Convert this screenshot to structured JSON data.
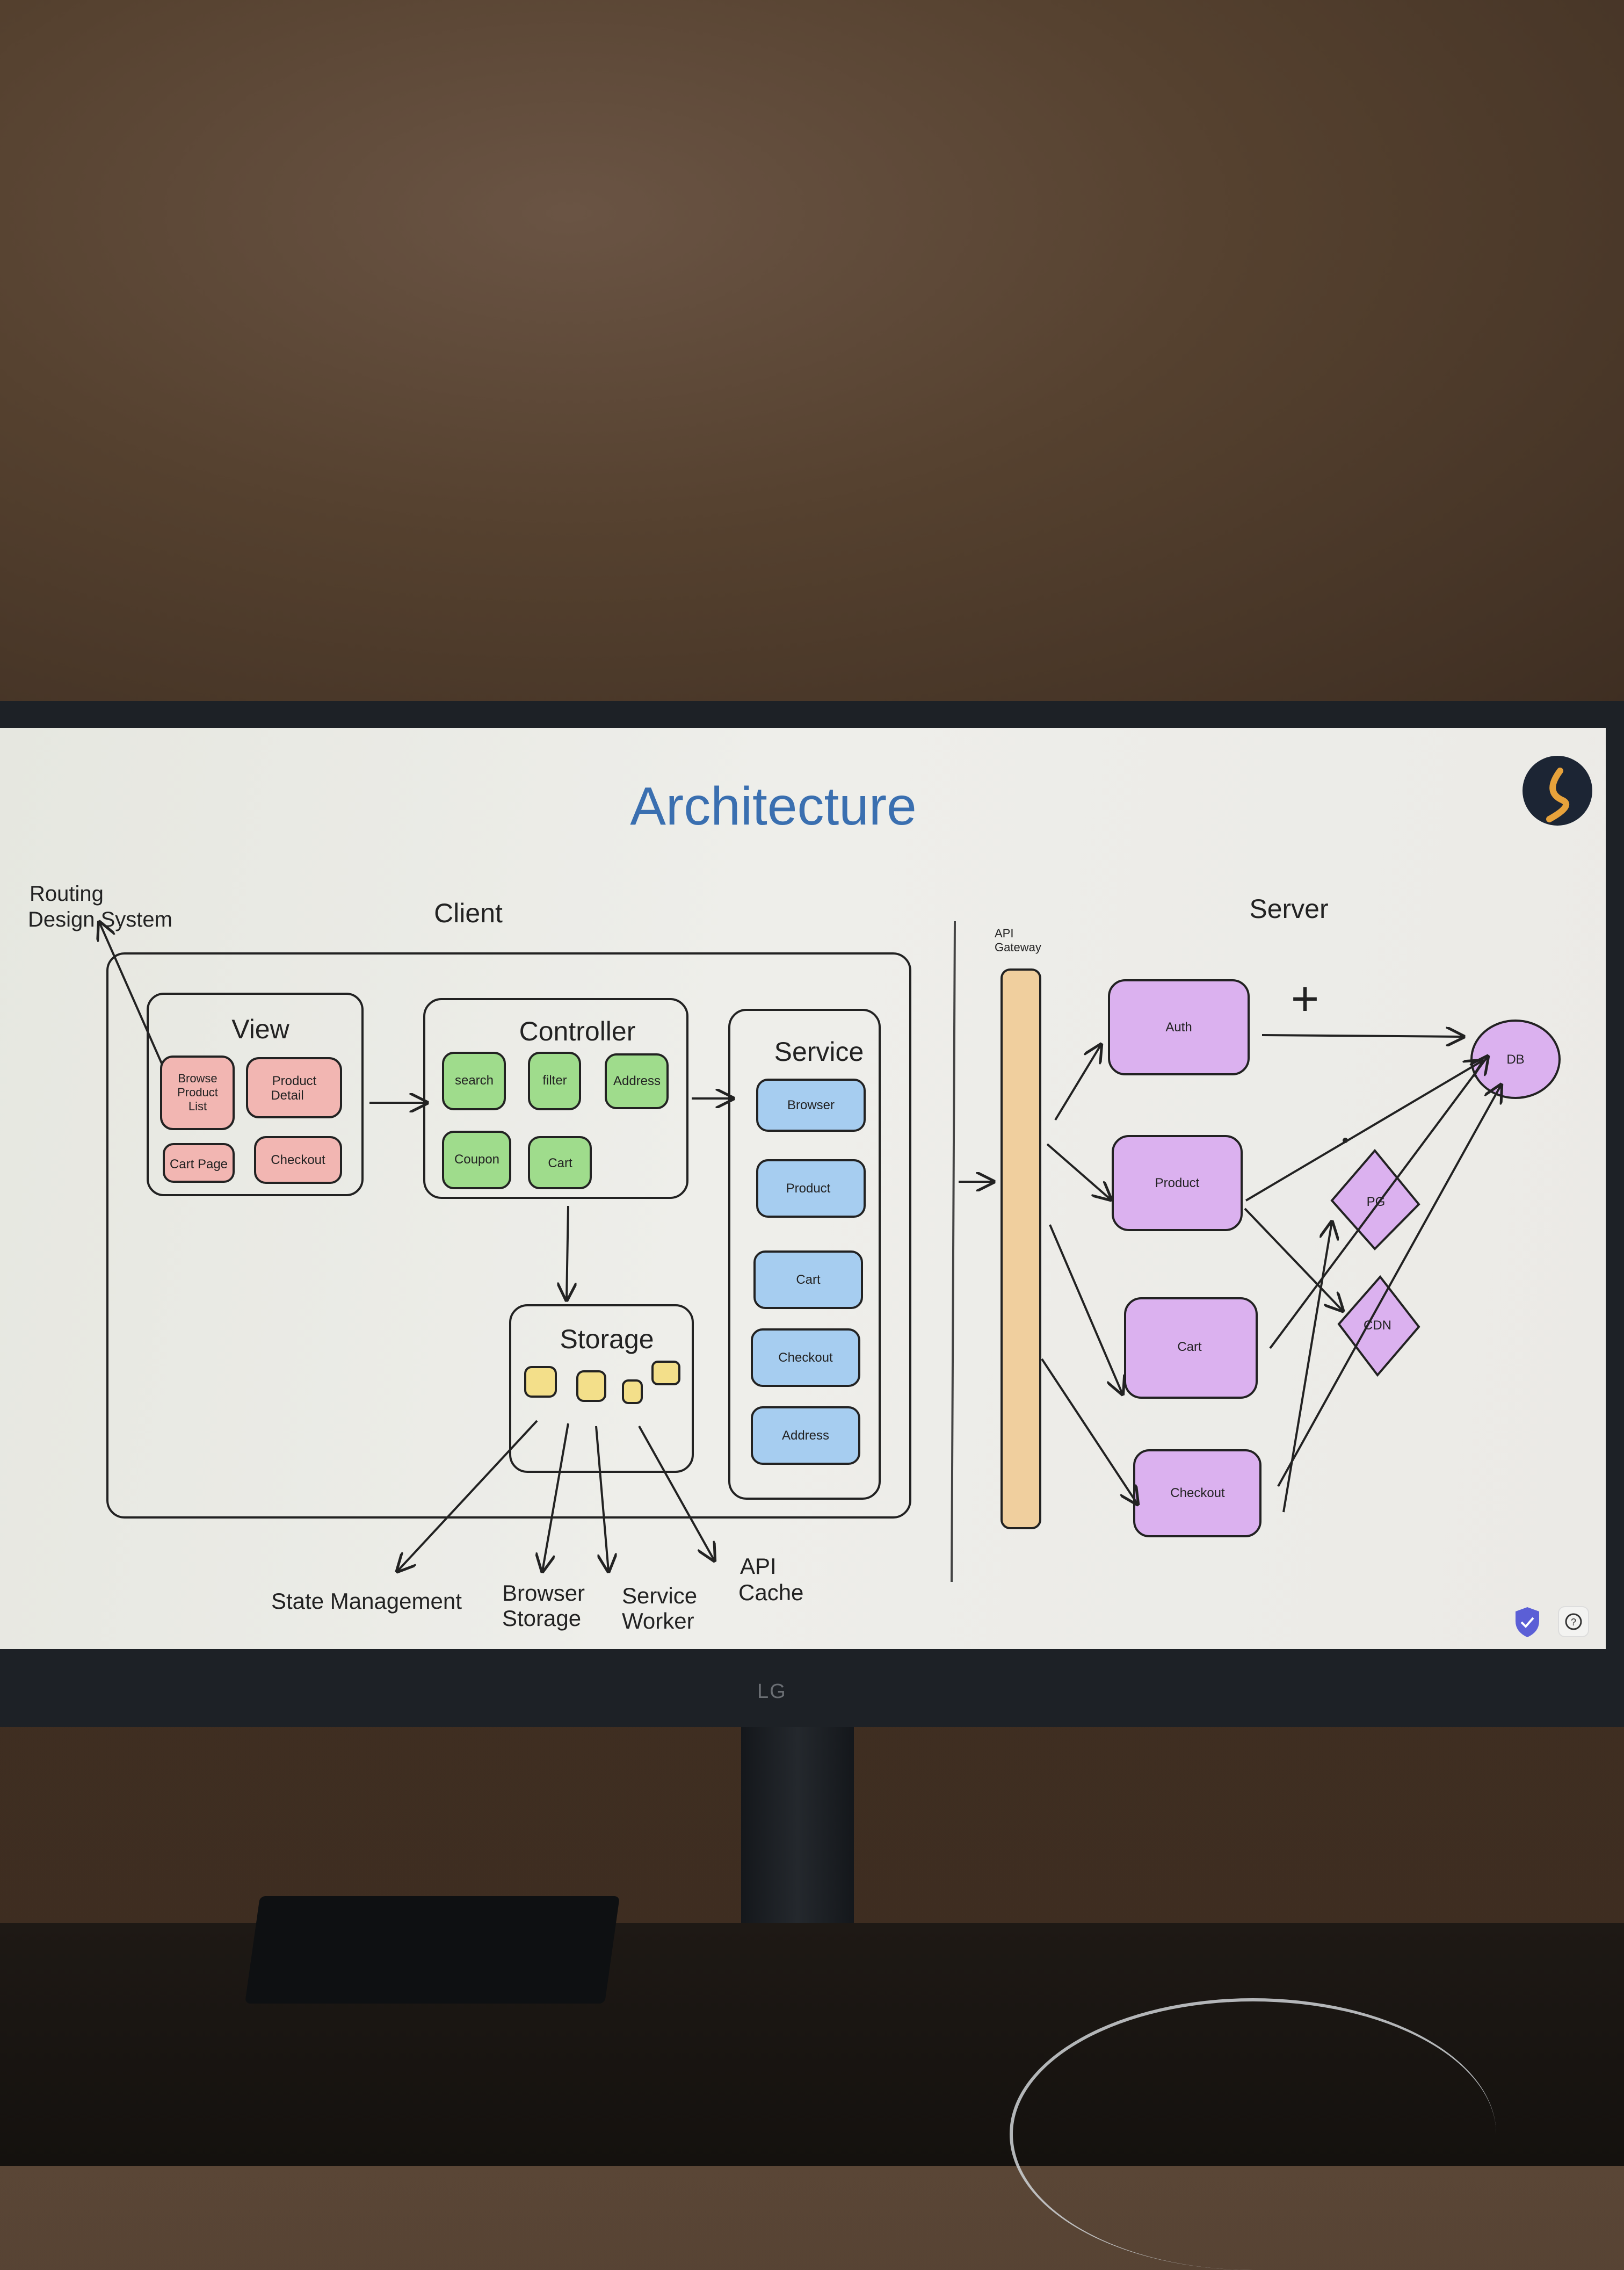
{
  "title": "Architecture",
  "sections": {
    "client": "Client",
    "server": "Server"
  },
  "top_left_notes": [
    "Routing",
    "Design System"
  ],
  "view": {
    "title": "View",
    "items": [
      "Browse Product List",
      "Product Detail",
      "Cart Page",
      "Checkout"
    ]
  },
  "controller": {
    "title": "Controller",
    "items": [
      "search",
      "filter",
      "Address",
      "Coupon",
      "Cart"
    ]
  },
  "service": {
    "title": "Service",
    "items": [
      "Browser",
      "Product",
      "Cart",
      "Checkout",
      "Address"
    ]
  },
  "storage": {
    "title": "Storage",
    "outputs": [
      "State Management",
      "Browser Storage",
      "Service Worker",
      "API Cache"
    ]
  },
  "api_gateway": "API Gateway",
  "server_services": [
    "Auth",
    "Product",
    "Cart",
    "Checkout"
  ],
  "server_side": [
    "PG",
    "CDN",
    "DB"
  ],
  "plus_symbol": "+",
  "monitor_brand": "LG",
  "colors": {
    "title_blue": "#3a6fb0",
    "view_fill": "#f2b6b2",
    "controller_fill": "#9fdc8c",
    "service_fill": "#a6cdf0",
    "storage_fill": "#f3df8a",
    "gateway_fill": "#f0cf9e",
    "server_fill": "#dbb1ef"
  },
  "icons": [
    "logo-icon",
    "shield-check-icon",
    "help-icon"
  ]
}
